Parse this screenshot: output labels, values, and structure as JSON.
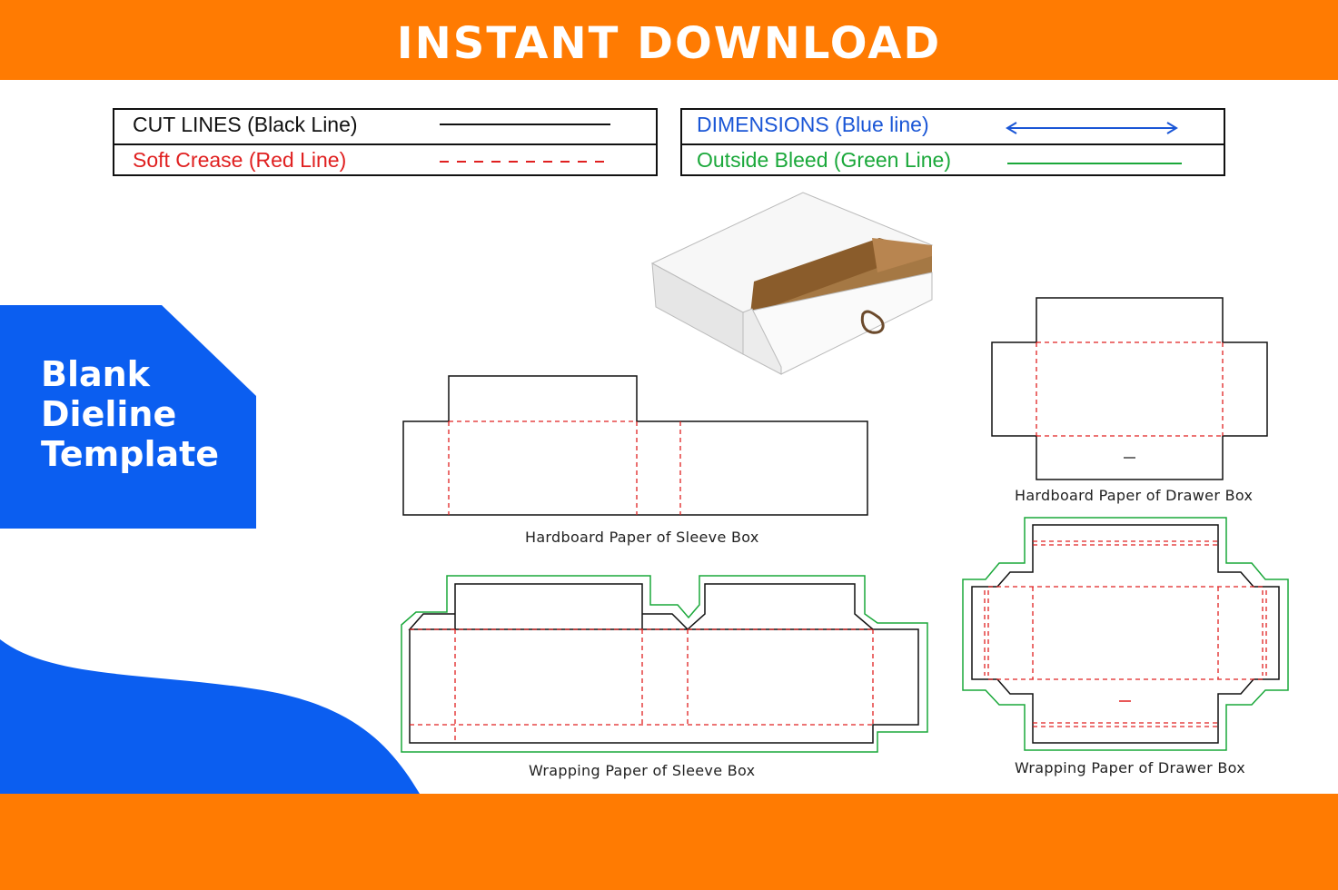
{
  "banner": {
    "title": "INSTANT DOWNLOAD"
  },
  "legend": {
    "cut": "CUT LINES (Black Line)",
    "crease": "Soft Crease (Red Line)",
    "dimensions": "DIMENSIONS (Blue line)",
    "bleed": "Outside Bleed (Green Line)"
  },
  "side_panel": {
    "line1": "Blank",
    "line2": "Dieline",
    "line3": "Template"
  },
  "captions": {
    "sleeve_hardboard": "Hardboard Paper of Sleeve Box",
    "drawer_hardboard": "Hardboard Paper of Drawer Box",
    "sleeve_wrapping": "Wrapping Paper of Sleeve Box",
    "drawer_wrapping": "Wrapping Paper of Drawer Box"
  },
  "colors": {
    "orange": "#ff7b02",
    "blue_panel": "#0b5ef0",
    "cut_line": "#111111",
    "crease_line": "#e02020",
    "dimension_line": "#1a56d6",
    "bleed_line": "#1aa83a"
  }
}
